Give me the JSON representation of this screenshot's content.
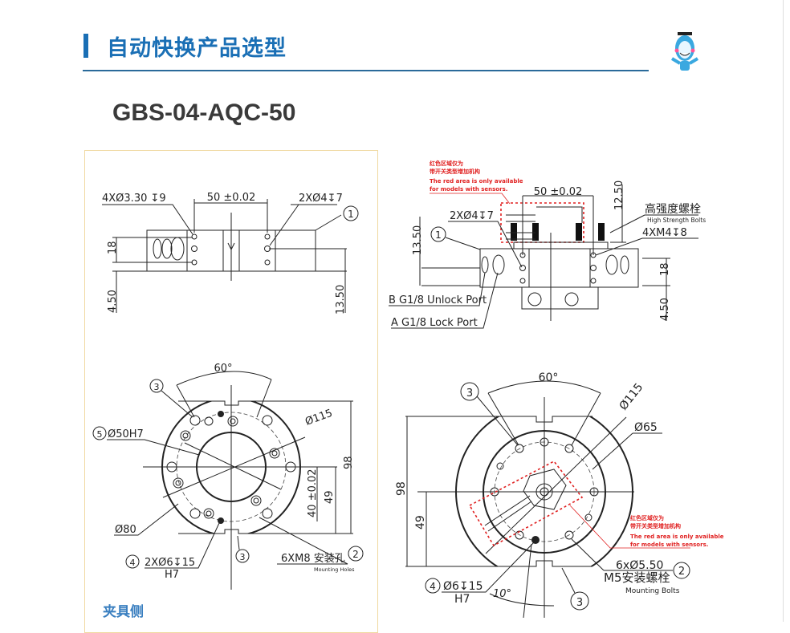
{
  "header": {
    "title": "自动快换产品选型",
    "model": "GBS-04-AQC-50"
  },
  "footer_label": "夹具侧",
  "colors": {
    "accent": "#1a6fb5",
    "red_area": "#e02020",
    "frame": "#f0d9a0"
  },
  "tool_side_view": {
    "hole_spec_left": "4XØ3.30 ↧9",
    "center_distance": "50 ±0.02",
    "hole_spec_right": "2XØ4↧7",
    "callout": "1",
    "dim_18": "18",
    "dim_4_50": "4.50",
    "dim_13_50": "13.50"
  },
  "robot_side_view": {
    "red_note_cn_1": "红色区域仅为",
    "red_note_cn_2": "带开关类型增加机构",
    "red_note_en_1": "The red area is only available",
    "red_note_en_2": "for models with sensors.",
    "center_distance": "50 ±0.02",
    "dim_12_50": "12.50",
    "bolts_cn": "高强度螺栓",
    "bolts_en": "High Strength Bolts",
    "thread_spec": "4XM4↧8",
    "hole_spec": "2XØ4↧7",
    "callout": "1",
    "dim_13_50": "13.50",
    "dim_18": "18",
    "dim_4_50": "4.50",
    "port_b": "B G1/8 Unlock Port",
    "port_a": "A G1/8 Lock Port"
  },
  "tool_bottom_view": {
    "angle": "60°",
    "callout_3": "3",
    "callout_5": "5",
    "bore": "Ø50H7",
    "diameter_115": "Ø115",
    "dim_98": "98",
    "dim_40": "40 ±0.02",
    "dim_49": "49",
    "diameter_80": "Ø80",
    "callout_4": "4",
    "pin_spec": "2XØ6↧15",
    "pin_fit": "H7",
    "callout_2": "2",
    "mount_spec": "6XM8 安装孔",
    "mount_en": "Mounting Holes"
  },
  "robot_bottom_view": {
    "angle": "60°",
    "callout_3": "3",
    "diameter_115": "Ø115",
    "diameter_65": "Ø65",
    "dim_98": "98",
    "dim_49": "49",
    "red_note_cn_1": "红色区域仅为",
    "red_note_cn_2": "带开关类型增加机构",
    "red_note_en_1": "The red area is only available",
    "red_note_en_2": "for models with sensors.",
    "bolt_spec": "6xØ5.50",
    "bolt_cn": "M5安装螺栓",
    "callout_2": "2",
    "bolt_en": "Mounting Bolts",
    "callout_4": "4",
    "pin_spec": "Ø6↧15",
    "pin_fit": "H7",
    "angle_10": "10°"
  }
}
